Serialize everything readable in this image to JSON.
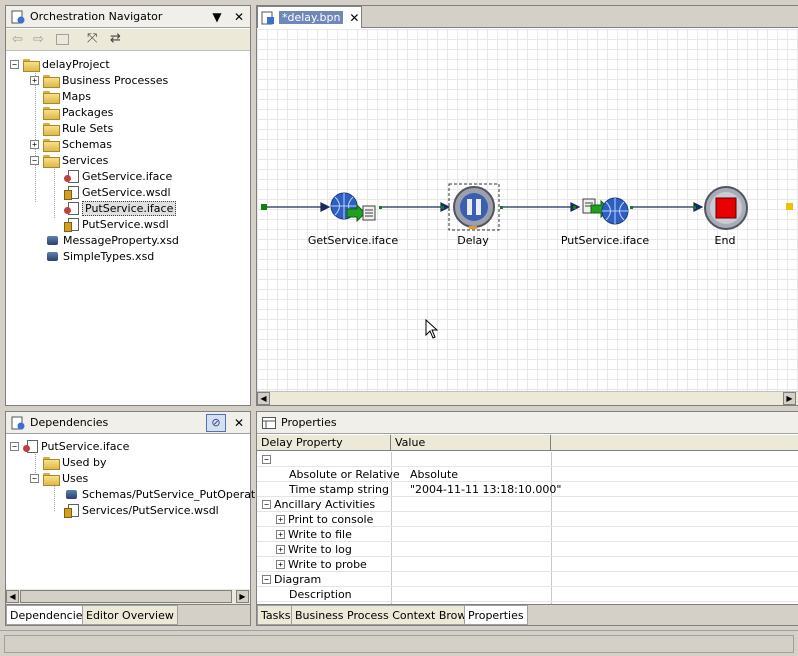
{
  "navigator": {
    "title": "Orchestration Navigator",
    "tree": [
      {
        "label": "delayProject"
      },
      {
        "label": "Business Processes"
      },
      {
        "label": "Maps"
      },
      {
        "label": "Packages"
      },
      {
        "label": "Rule Sets"
      },
      {
        "label": "Schemas"
      },
      {
        "label": "Services"
      },
      {
        "label": "GetService.iface"
      },
      {
        "label": "GetService.wsdl"
      },
      {
        "label": "PutService.iface"
      },
      {
        "label": "PutService.wsdl"
      },
      {
        "label": "MessageProperty.xsd"
      },
      {
        "label": "SimpleTypes.xsd"
      }
    ]
  },
  "editor": {
    "tab_label": "*delay.bpn",
    "nodes": [
      {
        "label": "GetService.iface"
      },
      {
        "label": "Delay"
      },
      {
        "label": "PutService.iface"
      },
      {
        "label": "End"
      }
    ]
  },
  "dependencies": {
    "title": "Dependencies",
    "tree": [
      {
        "label": "PutService.iface"
      },
      {
        "label": "Used by"
      },
      {
        "label": "Uses"
      },
      {
        "label": "Schemas/PutService_PutOperation"
      },
      {
        "label": "Services/PutService.wsdl"
      }
    ],
    "tabs": [
      "Dependencies",
      "Editor Overview"
    ]
  },
  "properties": {
    "title": "Properties",
    "columns": [
      "Delay Property",
      "Value"
    ],
    "rows": [
      {
        "name": "",
        "value": ""
      },
      {
        "name": "Absolute or Relative",
        "value": "Absolute"
      },
      {
        "name": "Time stamp string",
        "value": "\"2004-11-11 13:18:10.000\""
      },
      {
        "name": "Ancillary Activities",
        "value": ""
      },
      {
        "name": "Print to console",
        "value": ""
      },
      {
        "name": "Write to file",
        "value": ""
      },
      {
        "name": "Write to log",
        "value": ""
      },
      {
        "name": "Write to probe",
        "value": ""
      },
      {
        "name": "Diagram",
        "value": ""
      },
      {
        "name": "Description",
        "value": ""
      }
    ],
    "tabs": [
      "Tasks",
      "Business Process Context Browser",
      "Properties"
    ]
  },
  "icons": {
    "close": "close-icon",
    "menu": "chevron-down-icon",
    "back": "back-arrow-icon",
    "forward": "forward-arrow-icon",
    "up": "up-folder-icon",
    "collapse": "collapse-all-icon",
    "link": "link-editor-icon",
    "dependencies_toggle": "dependency-toggle-icon"
  }
}
